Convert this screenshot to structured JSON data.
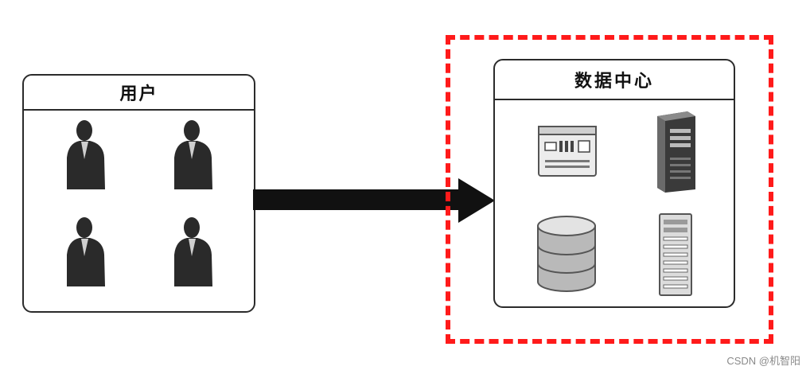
{
  "users_panel": {
    "title": "用户"
  },
  "datacenter_panel": {
    "title": "数据中心"
  },
  "watermark": "CSDN @机智阳",
  "colors": {
    "highlight": "#ff1a1a",
    "arrow": "#111111",
    "border": "#2b2b2b"
  },
  "icons": {
    "users": [
      "person-icon",
      "person-icon",
      "person-icon",
      "person-icon"
    ],
    "devices": [
      "network-appliance-icon",
      "tower-server-icon",
      "database-icon",
      "rack-server-icon"
    ]
  }
}
